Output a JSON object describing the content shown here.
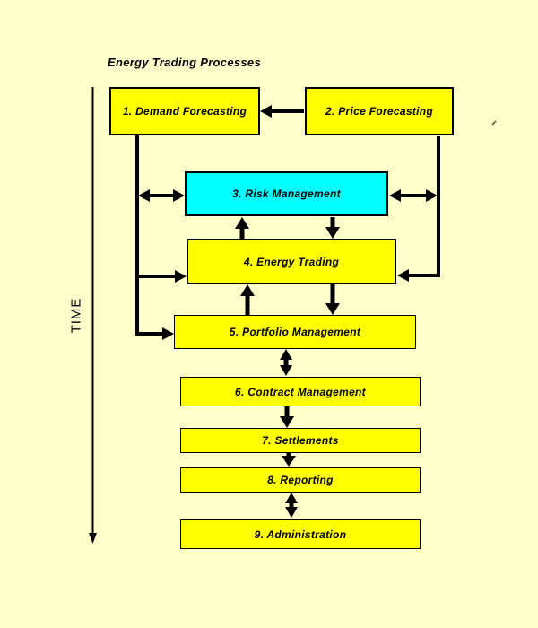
{
  "title": "Energy Trading Processes",
  "time_axis": {
    "label": "TIME",
    "direction": "down"
  },
  "colors": {
    "background": "#FFFFCC",
    "process_fill": "#FFFF00",
    "highlight_fill": "#00FFFF",
    "border": "#000000",
    "text": "#000000",
    "connector": "#000000"
  },
  "boxes": [
    {
      "label": "1. Demand Forecasting",
      "fill": "#FFFF00"
    },
    {
      "label": "2. Price Forecasting",
      "fill": "#FFFF00"
    },
    {
      "label": "3. Risk Management",
      "fill": "#00FFFF"
    },
    {
      "label": "4. Energy Trading",
      "fill": "#FFFF00"
    },
    {
      "label": "5. Portfolio Management",
      "fill": "#FFFF00"
    },
    {
      "label": "6. Contract Management",
      "fill": "#FFFF00"
    },
    {
      "label": "7. Settlements",
      "fill": "#FFFF00"
    },
    {
      "label": "8. Reporting",
      "fill": "#FFFF00"
    },
    {
      "label": "9. Administration",
      "fill": "#FFFF00"
    }
  ],
  "connections": [
    {
      "from": "2. Price Forecasting",
      "to": "1. Demand Forecasting",
      "type": "one-way"
    },
    {
      "from": "1. Demand Forecasting",
      "to": "3. Risk Management",
      "type": "two-way"
    },
    {
      "from": "1. Demand Forecasting",
      "to": "4. Energy Trading",
      "type": "one-way"
    },
    {
      "from": "1. Demand Forecasting",
      "to": "5. Portfolio Management",
      "type": "one-way"
    },
    {
      "from": "2. Price Forecasting",
      "to": "3. Risk Management",
      "type": "two-way"
    },
    {
      "from": "2. Price Forecasting",
      "to": "4. Energy Trading",
      "type": "one-way"
    },
    {
      "from": "3. Risk Management",
      "to": "4. Energy Trading",
      "type": "two-way"
    },
    {
      "from": "4. Energy Trading",
      "to": "5. Portfolio Management",
      "type": "two-way"
    },
    {
      "from": "5. Portfolio Management",
      "to": "6. Contract Management",
      "type": "two-way"
    },
    {
      "from": "6. Contract Management",
      "to": "7. Settlements",
      "type": "one-way"
    },
    {
      "from": "7. Settlements",
      "to": "8. Reporting",
      "type": "one-way"
    },
    {
      "from": "8. Reporting",
      "to": "9. Administration",
      "type": "two-way"
    }
  ]
}
